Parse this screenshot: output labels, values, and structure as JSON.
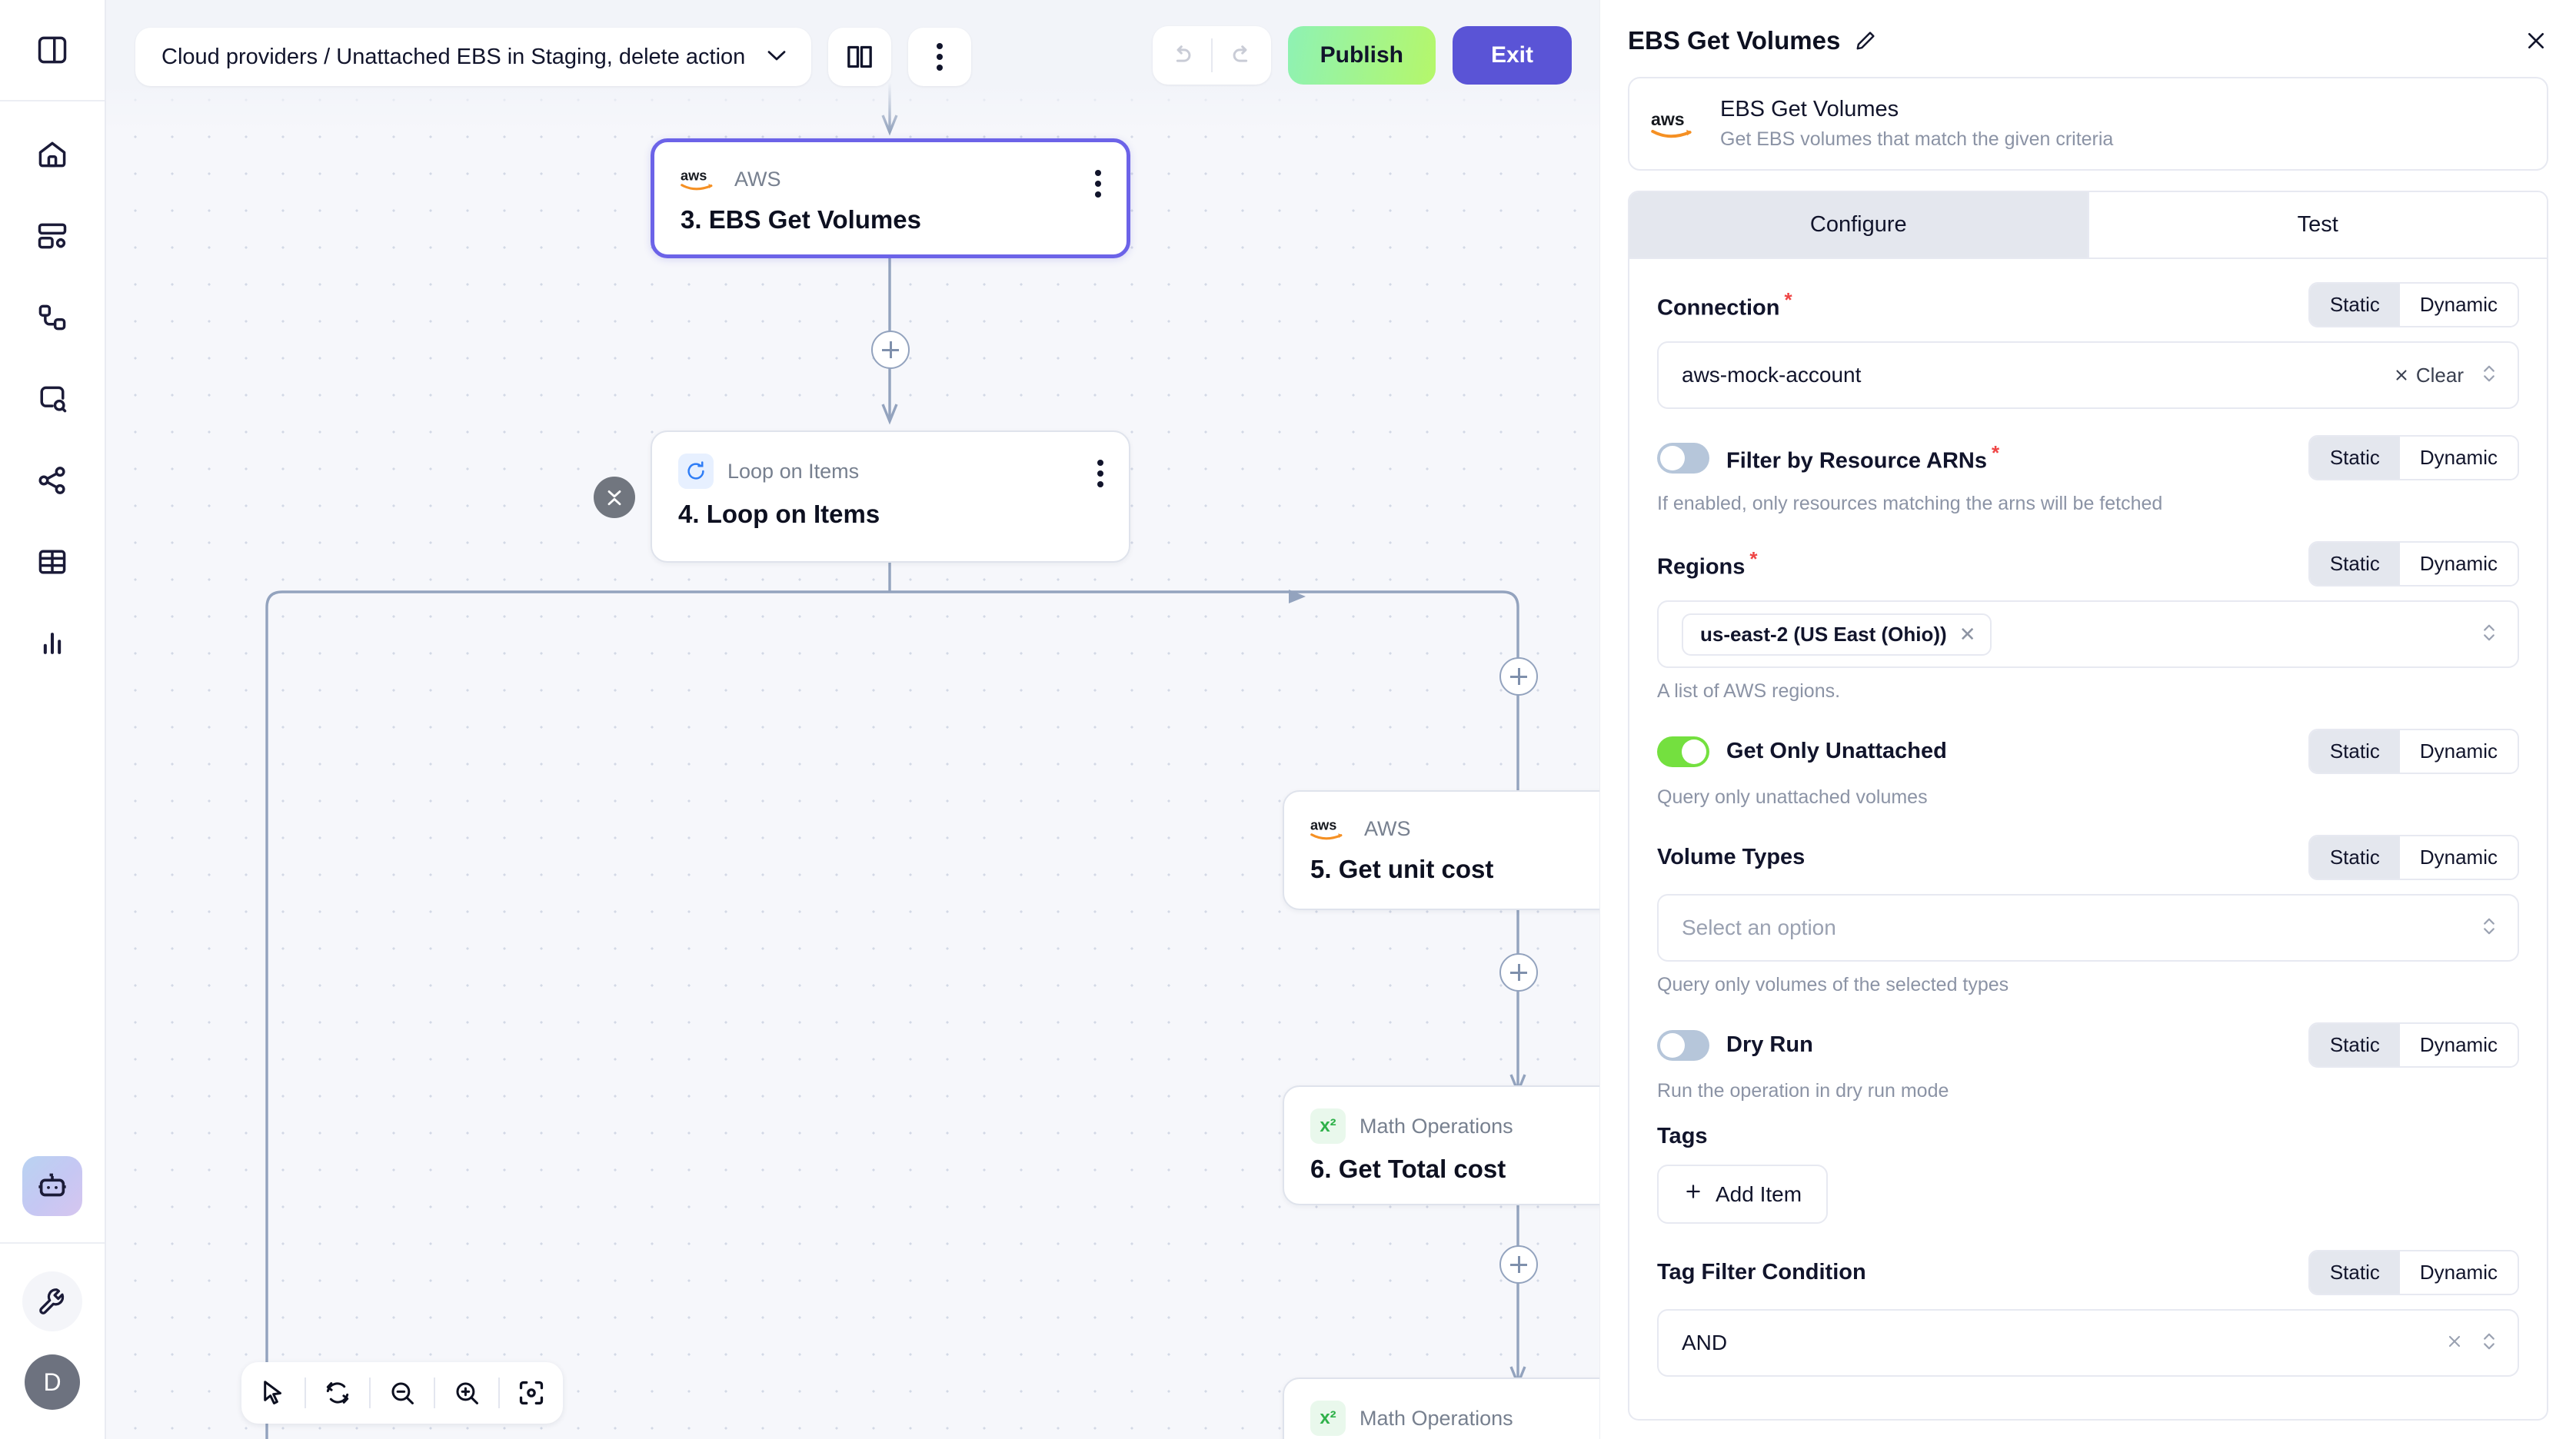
{
  "rail": {
    "toggle_sidebar": "sidebar-toggle",
    "items": [
      {
        "name": "home",
        "label": "Home"
      },
      {
        "name": "dashboard-settings",
        "label": "Dashboards"
      },
      {
        "name": "workflows",
        "label": "Workflows"
      },
      {
        "name": "inspect-search",
        "label": "Inspect"
      },
      {
        "name": "share-network",
        "label": "Integrations"
      },
      {
        "name": "table",
        "label": "Tables"
      },
      {
        "name": "bar-chart",
        "label": "Analytics"
      }
    ],
    "ai_assistant": "AI Assistant",
    "tools": "Tools",
    "avatar_initial": "D"
  },
  "toolbar": {
    "breadcrumb": "Cloud providers / Unattached EBS in Staging, delete action",
    "docs_label": "Docs",
    "more_label": "More options",
    "undo_label": "Undo",
    "redo_label": "Redo",
    "publish_label": "Publish",
    "exit_label": "Exit"
  },
  "canvas": {
    "nodes": [
      {
        "kicker": "AWS",
        "title": "3. EBS Get Volumes",
        "icon": "aws-logo",
        "selected": true
      },
      {
        "kicker": "Loop on Items",
        "title": "4. Loop on Items",
        "icon": "loop-icon",
        "selected": false
      },
      {
        "kicker": "AWS",
        "title": "5. Get unit cost",
        "icon": "aws-logo",
        "selected": false
      },
      {
        "kicker": "Math Operations",
        "title": "6. Get Total cost",
        "icon": "math-icon",
        "selected": false
      },
      {
        "kicker": "Math Operations",
        "title": "",
        "icon": "math-icon",
        "selected": false
      }
    ],
    "add_node_label": "Add node",
    "tools": [
      {
        "name": "pointer-icon",
        "label": "Select"
      },
      {
        "name": "refresh-icon",
        "label": "Reset view"
      },
      {
        "name": "zoom-out-icon",
        "label": "Zoom out"
      },
      {
        "name": "zoom-in-icon",
        "label": "Zoom in"
      },
      {
        "name": "fit-view-icon",
        "label": "Fit view"
      }
    ]
  },
  "panel": {
    "title": "EBS Get Volumes",
    "edit_label": "Rename",
    "close_label": "Close",
    "card": {
      "provider_icon": "aws-logo",
      "title": "EBS Get Volumes",
      "description": "Get EBS volumes that match the given criteria"
    },
    "tabs": [
      {
        "label": "Configure",
        "active": true
      },
      {
        "label": "Test",
        "active": false
      }
    ],
    "segmented": {
      "static": "Static",
      "dynamic": "Dynamic"
    },
    "fields": {
      "connection": {
        "label": "Connection",
        "required": true,
        "mode": "Static",
        "value": "aws-mock-account",
        "clear_label": "Clear"
      },
      "filter_by_arns": {
        "label": "Filter by Resource ARNs",
        "required": true,
        "mode": "Static",
        "enabled": false,
        "hint": "If enabled, only resources matching the arns will be fetched"
      },
      "regions": {
        "label": "Regions",
        "required": true,
        "mode": "Static",
        "chips": [
          "us-east-2 (US East (Ohio))"
        ],
        "hint": "A list of AWS regions."
      },
      "get_only_unattached": {
        "label": "Get Only Unattached",
        "required": false,
        "mode": "Static",
        "enabled": true,
        "hint": "Query only unattached volumes"
      },
      "volume_types": {
        "label": "Volume Types",
        "required": false,
        "mode": "Static",
        "placeholder": "Select an option",
        "hint": "Query only volumes of the selected types"
      },
      "dry_run": {
        "label": "Dry Run",
        "required": false,
        "mode": "Static",
        "enabled": false,
        "hint": "Run the operation in dry run mode"
      },
      "tags": {
        "label": "Tags",
        "add_item_label": "Add Item"
      },
      "tag_filter_condition": {
        "label": "Tag Filter Condition",
        "required": false,
        "mode": "Static",
        "value": "AND"
      }
    }
  },
  "colors": {
    "accent_purple": "#5a54d6",
    "publish_gradient_start": "#8ef2b4",
    "publish_gradient_end": "#b5f76a",
    "toggle_on": "#74e03f",
    "toggle_off": "#b6c6da",
    "required_red": "#ef4444",
    "aws_orange": "#f59023",
    "canvas_bg": "#f6f7fb",
    "edge_stroke": "#93a3be"
  }
}
